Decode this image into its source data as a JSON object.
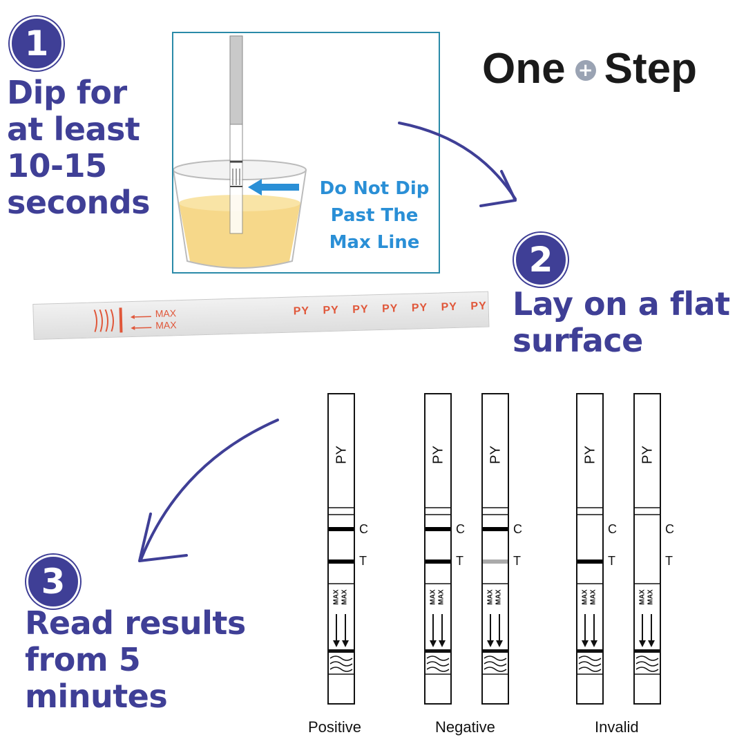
{
  "brand": {
    "word1": "One",
    "plus": "+",
    "word2": "Step"
  },
  "steps": [
    {
      "number": "1",
      "lines": [
        "Dip for",
        "at least",
        "10-15",
        "seconds"
      ]
    },
    {
      "number": "2",
      "lines": [
        "Lay on a flat",
        "surface"
      ]
    },
    {
      "number": "3",
      "lines": [
        "Read results",
        "from 5",
        "minutes"
      ]
    }
  ],
  "cup_callout": {
    "lines": [
      "Do Not Dip",
      "Past The",
      "Max Line"
    ]
  },
  "strip": {
    "max_label": "MAX",
    "repeat_label": "PY"
  },
  "cassettes": {
    "top_label": "PY",
    "control_label": "C",
    "test_label": "T",
    "max_label": "MAX"
  },
  "results": [
    "Positive",
    "Negative",
    "Invalid"
  ],
  "colors": {
    "accent": "#3f3f96",
    "callout": "#2a8fd6",
    "strip_red": "#e0573a",
    "urine": "#f6d88a"
  }
}
